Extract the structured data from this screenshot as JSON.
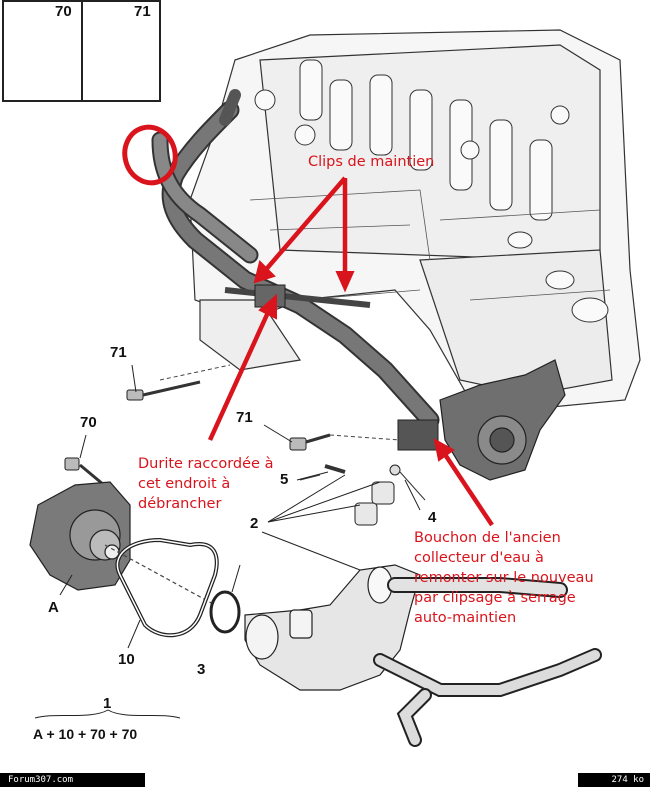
{
  "parts_box": {
    "left_ref": "70",
    "right_ref": "71"
  },
  "callouts": [
    {
      "id": "71a",
      "text": "71"
    },
    {
      "id": "70",
      "text": "70"
    },
    {
      "id": "71b",
      "text": "71"
    },
    {
      "id": "5",
      "text": "5"
    },
    {
      "id": "4",
      "text": "4"
    },
    {
      "id": "2",
      "text": "2"
    },
    {
      "id": "A",
      "text": "A"
    },
    {
      "id": "10",
      "text": "10"
    },
    {
      "id": "3",
      "text": "3"
    }
  ],
  "assembly": {
    "ref": "1",
    "formula": "A + 10 + 70 + 70"
  },
  "annotations": {
    "clips": "Clips de maintien",
    "durite": [
      "Durite raccordée à",
      "cet endroit à",
      "débrancher"
    ],
    "bouchon": [
      "Bouchon de l'ancien",
      "collecteur d'eau à",
      "remonter sur le nouveau",
      "par clipsage à serrage",
      "auto-maintien"
    ]
  },
  "footer": {
    "left": "Forum307.com",
    "right": "274 ko"
  },
  "colors": {
    "annotation": "#d9141c",
    "line": "#222222",
    "part_fill": "#f2f2f2",
    "pump_fill": "#777777"
  }
}
